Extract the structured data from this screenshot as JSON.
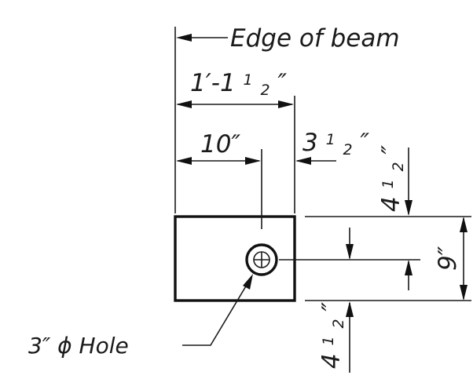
{
  "labels": {
    "edge_of_beam": "Edge of beam",
    "overall_width": {
      "main": "1′-1",
      "frac": "1",
      "frac_den": "2",
      "tail": "″"
    },
    "hole_offset": "10″",
    "edge_distance": {
      "main": "3",
      "frac": "1",
      "frac_den": "2",
      "tail": "″"
    },
    "top_distance": {
      "main": "4",
      "frac": "1",
      "frac_den": "2",
      "tail": "″"
    },
    "bottom_distance": {
      "main": "4",
      "frac": "1",
      "frac_den": "2",
      "tail": "″"
    },
    "height": "9″",
    "hole": "3″ ϕ Hole"
  },
  "colors": {
    "ink": "#111111",
    "background": "#ffffff"
  }
}
